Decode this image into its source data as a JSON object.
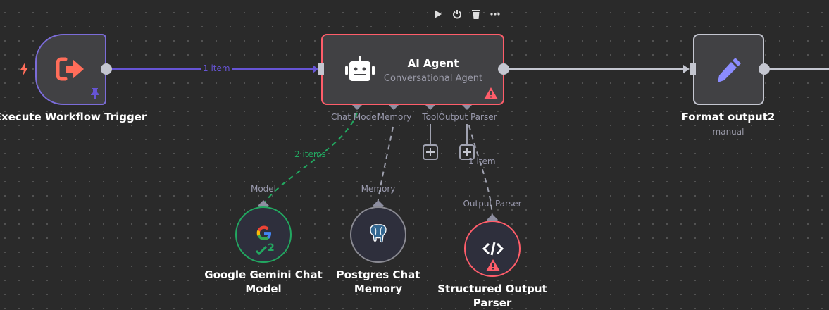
{
  "toolbar": {
    "icons": [
      "play-icon",
      "power-icon",
      "trash-icon",
      "more-icon"
    ]
  },
  "nodes": {
    "trigger": {
      "title": "Execute Workflow Trigger",
      "icon": "sign-out-icon",
      "color": "#ff6d5a",
      "pinned": true
    },
    "agent": {
      "title": "AI Agent",
      "subtitle": "Conversational Agent",
      "status": "warning",
      "inputs": [
        "Chat Model",
        "Memory",
        "Tool",
        "Output Parser"
      ]
    },
    "format": {
      "title": "Format output2",
      "subtitle": "manual",
      "icon": "pencil-icon",
      "color": "#8b8cff"
    },
    "gemini": {
      "title_line1": "Google Gemini Chat",
      "title_line2": "Model",
      "handle": "Model",
      "run_count": "2",
      "color": "#22a860"
    },
    "postgres": {
      "title_line1": "Postgres Chat",
      "title_line2": "Memory",
      "handle": "Memory"
    },
    "parser": {
      "title_line1": "Structured Output",
      "title_line2": "Parser",
      "handle": "Output Parser",
      "status": "warning",
      "color": "#ff5d6a"
    }
  },
  "edges": {
    "trigger_to_agent": "1 item",
    "gemini_to_agent": "2 items",
    "parser_to_agent": "1 item"
  },
  "colors": {
    "main_edge_active": "#6654d4",
    "edge_default": "#c4c6d0",
    "error": "#ff5d6a",
    "success": "#22a860"
  }
}
